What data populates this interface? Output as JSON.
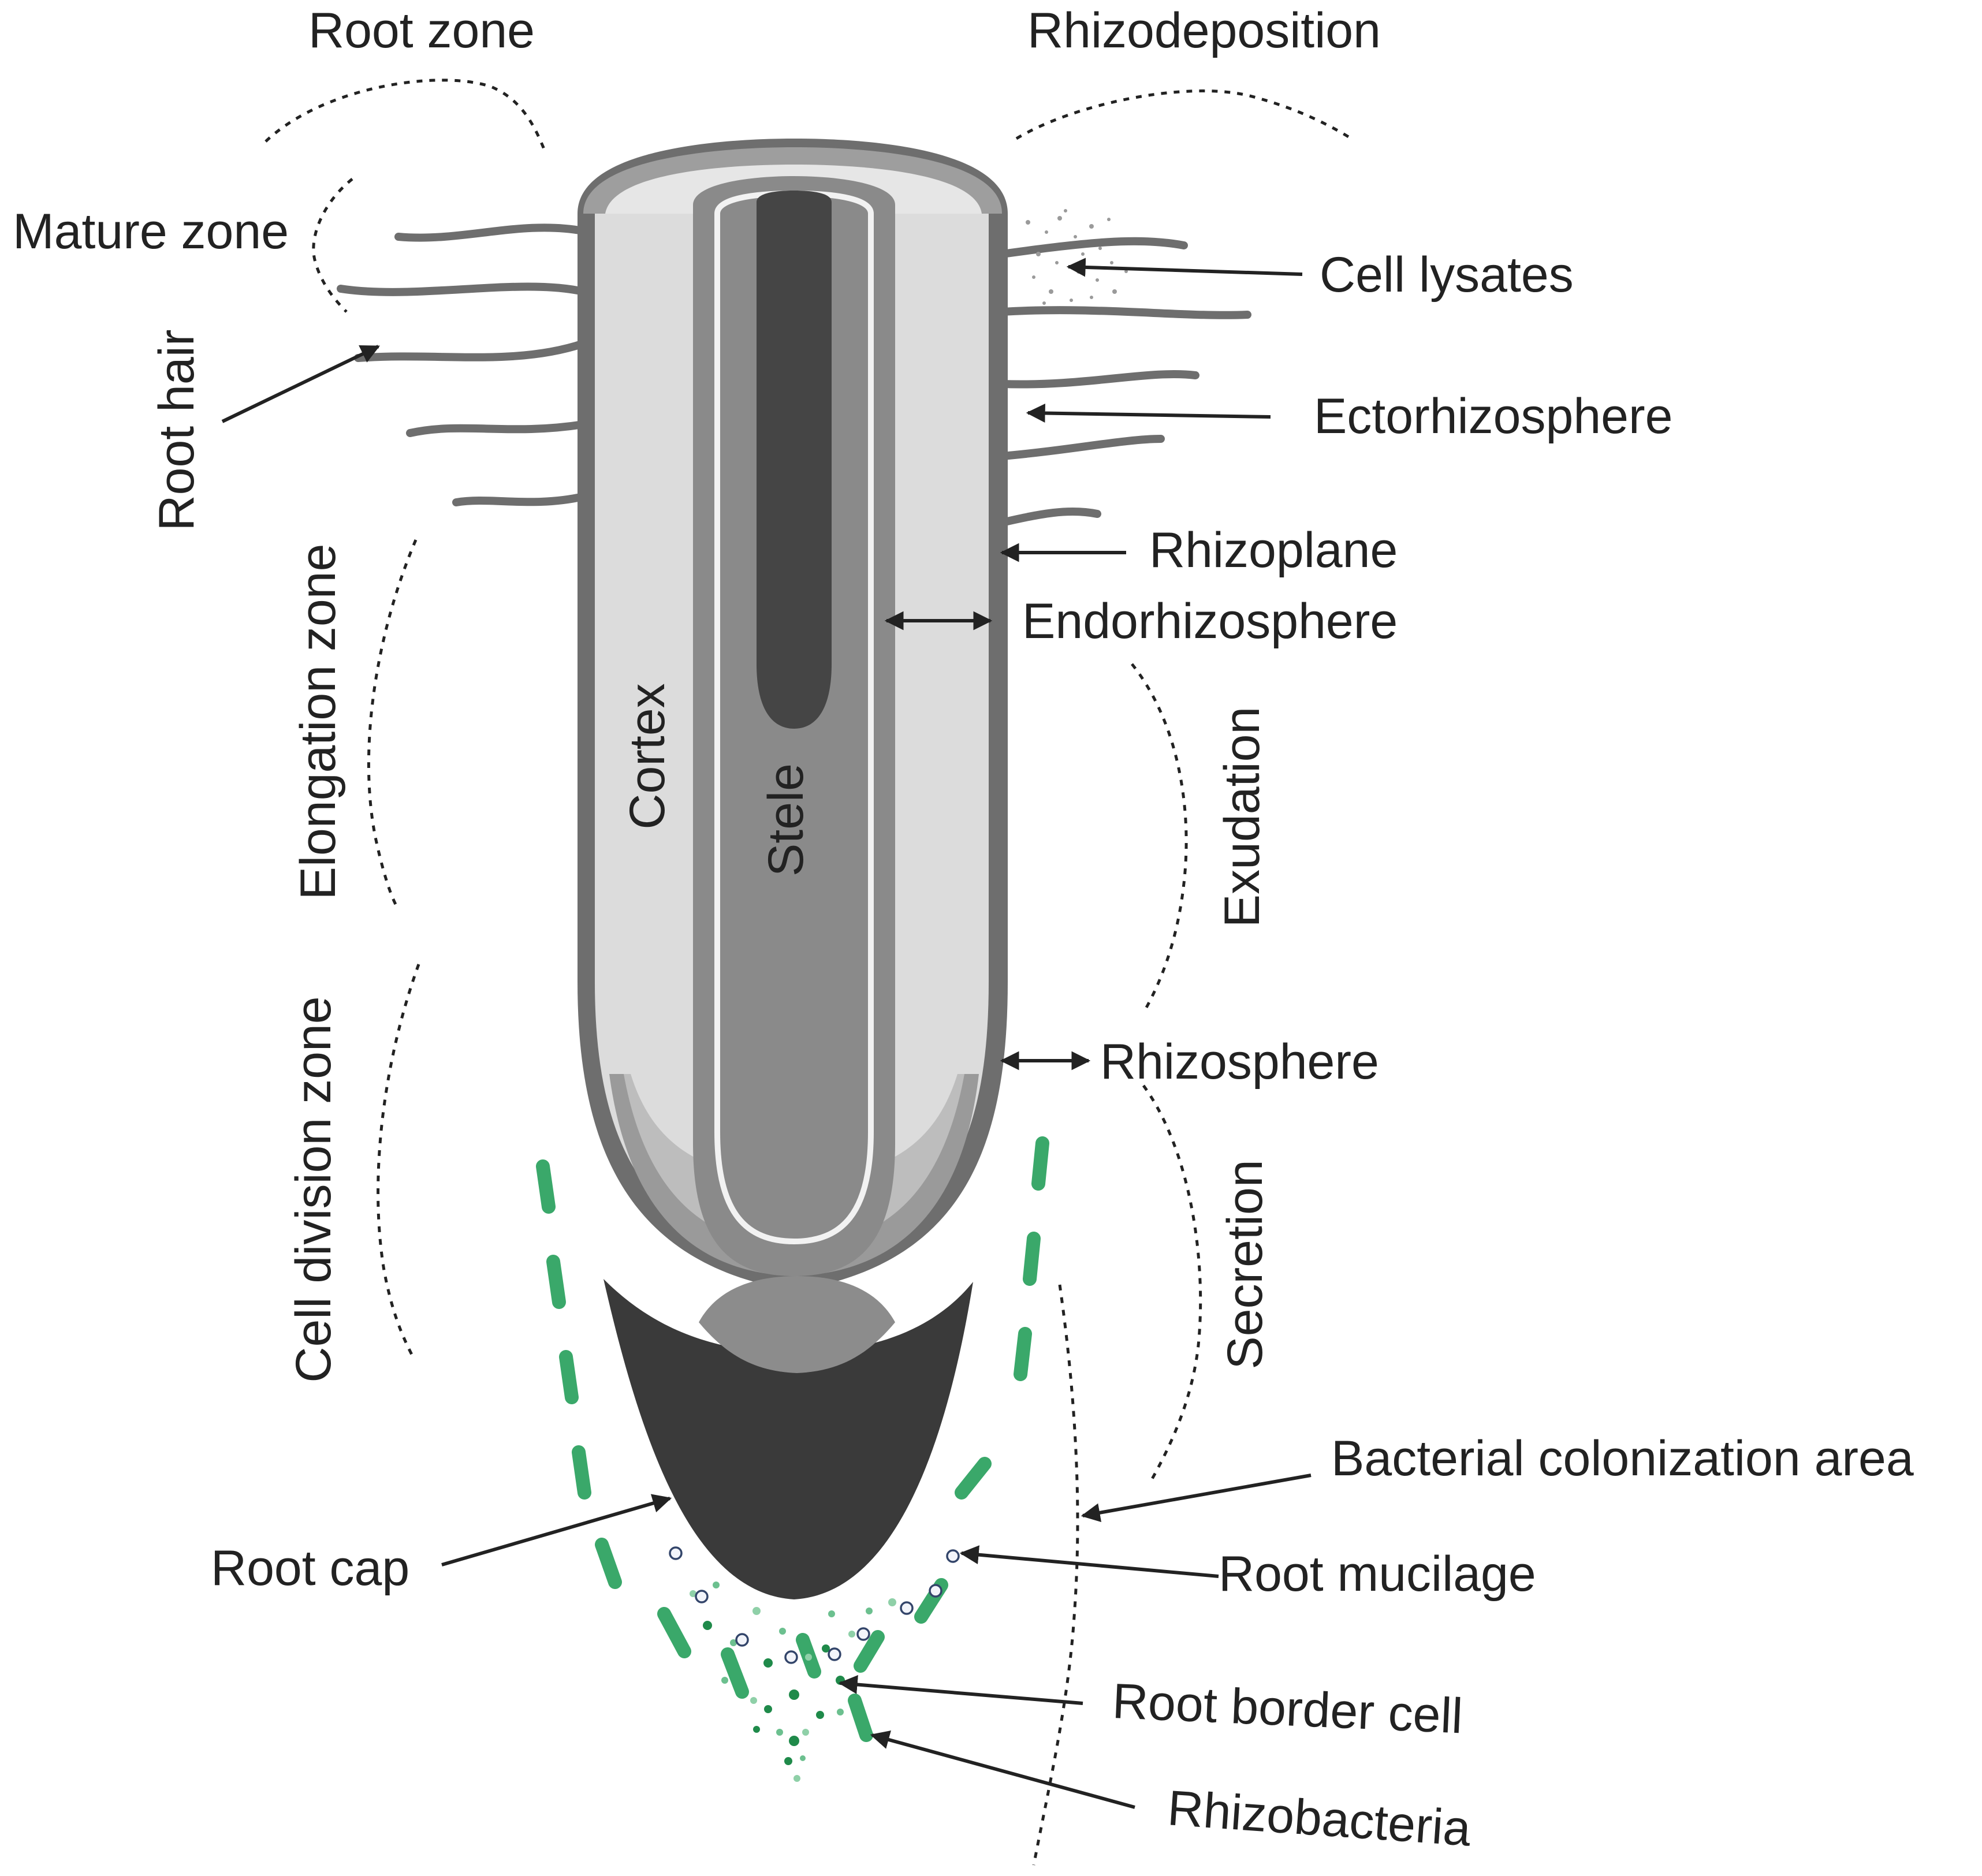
{
  "labels": {
    "root_zone": "Root zone",
    "rhizodeposition": "Rhizodeposition",
    "mature_zone": "Mature zone",
    "root_hair": "Root hair",
    "elongation_zone": "Elongation zone",
    "cell_division_zone": "Cell division zone",
    "cortex": "Cortex",
    "stele": "Stele",
    "cell_lysates": "Cell lysates",
    "ectorhizosphere": "Ectorhizosphere",
    "rhizoplane": "Rhizoplane",
    "endorhizosphere": "Endorhizosphere",
    "exudation": "Exudation",
    "rhizosphere": "Rhizosphere",
    "secretion": "Secretion",
    "bacterial_colonization_area": "Bacterial colonization area",
    "root_mucilage": "Root mucilage",
    "root_cap": "Root cap",
    "root_border_cell": "Root border cell",
    "rhizobacteria": "Rhizobacteria"
  },
  "colors": {
    "epidermis": "#6e6e6e",
    "cortex": "#dcdcdc",
    "stele": "#8a8a8a",
    "vascular_core": "#454545",
    "root_cap": "#3a3a3a",
    "meristem": "#8c8c8c",
    "rhizobacteria": "#3aa86a",
    "border_cells": "#1f8a4a",
    "text": "#222222"
  }
}
